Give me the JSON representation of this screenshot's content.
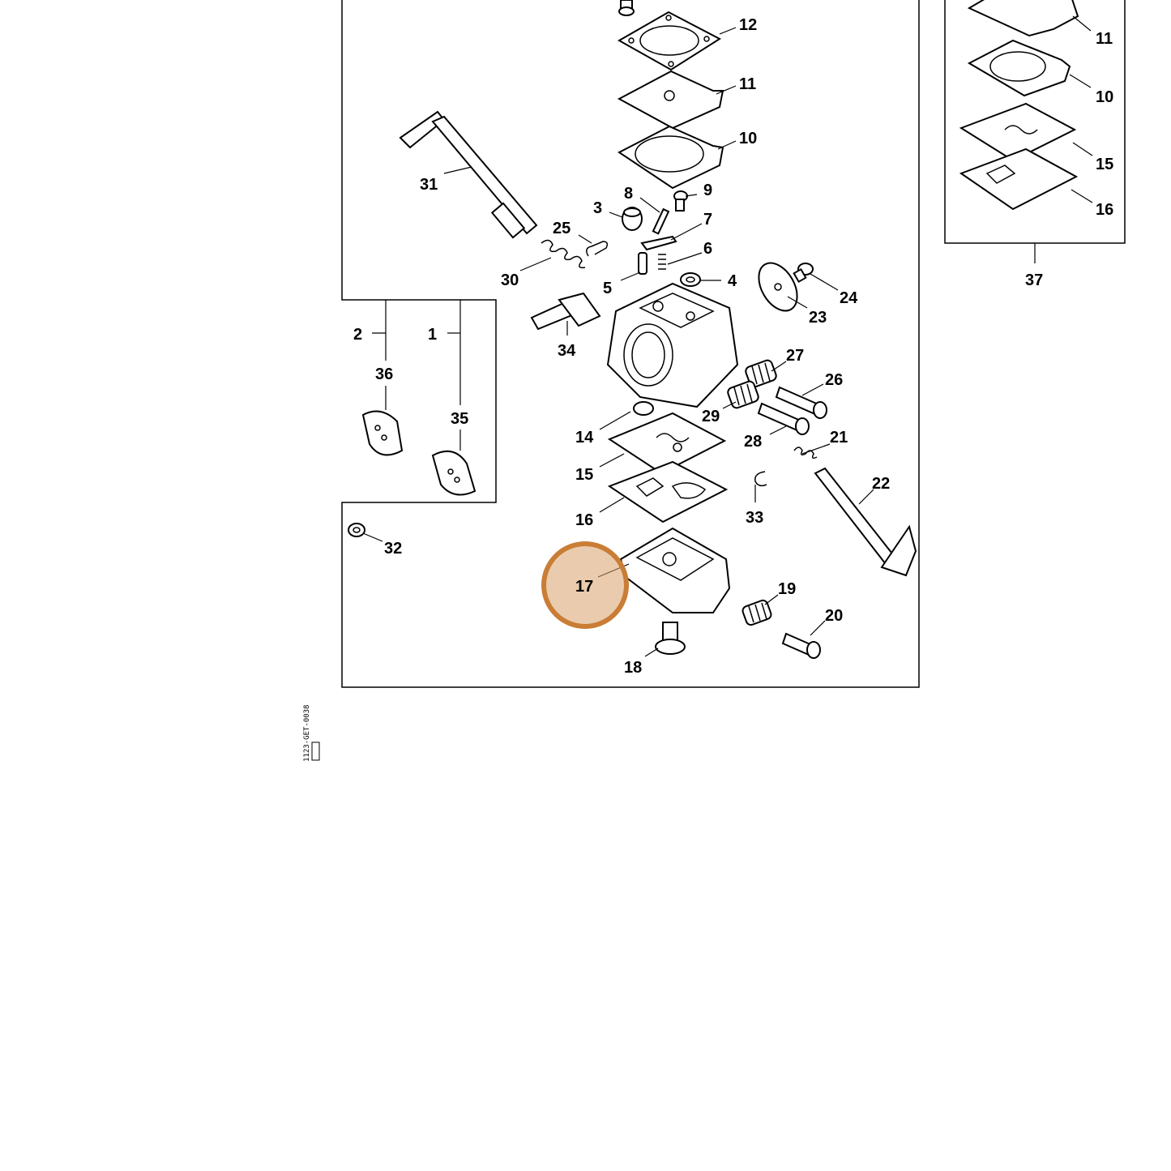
{
  "diagram": {
    "callouts": [
      "1",
      "2",
      "3",
      "4",
      "5",
      "6",
      "7",
      "8",
      "9",
      "10",
      "11",
      "12",
      "14",
      "15",
      "16",
      "17",
      "18",
      "19",
      "20",
      "21",
      "22",
      "23",
      "24",
      "25",
      "26",
      "27",
      "28",
      "29",
      "30",
      "31",
      "32",
      "33",
      "34",
      "35",
      "36",
      "37"
    ],
    "inset_callouts": [
      "11",
      "10",
      "15",
      "16"
    ],
    "highlighted": "17",
    "highlight_color": "#c97d35",
    "document_id": "1123-GET-0038"
  }
}
